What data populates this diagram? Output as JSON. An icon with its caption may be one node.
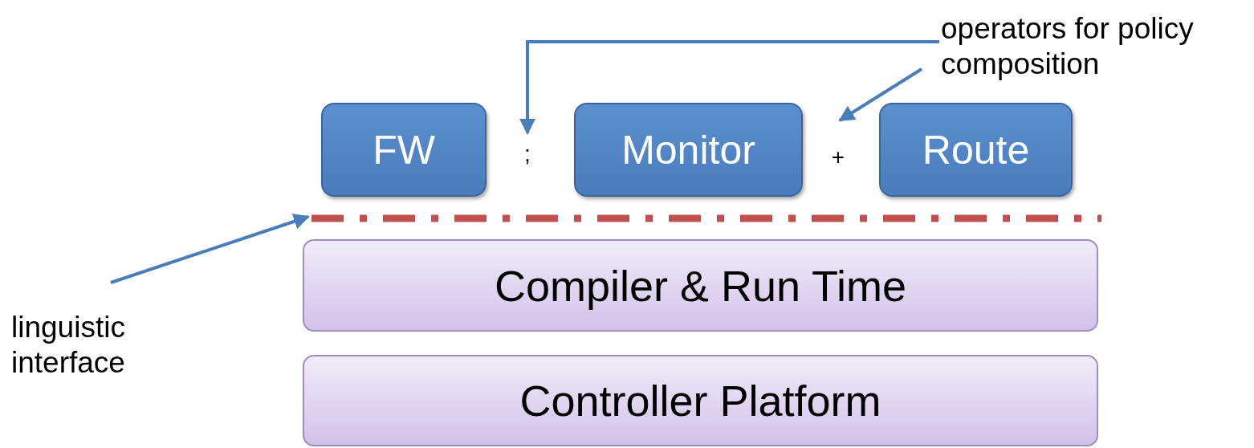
{
  "diagram": {
    "nodes": [
      {
        "text": [
          "FW"
        ]
      },
      {
        "text": [
          ";"
        ]
      },
      {
        "text": [
          "Monitor"
        ]
      },
      {
        "text": [
          "+"
        ]
      },
      {
        "text": [
          "Route"
        ]
      },
      {
        "text": [
          "operators for policy composition"
        ]
      },
      {
        "text": [],
        "shape": "line"
      },
      {
        "text": [
          "Compiler & Run Time"
        ]
      },
      {
        "text": [
          "Controller Platform"
        ]
      },
      {
        "text": [
          "linguistic interface"
        ]
      }
    ],
    "edges": [
      {
        "from": 5,
        "to": 1,
        "arrow": "to"
      },
      {
        "from": 5,
        "to": 3,
        "arrow": "to"
      },
      {
        "from": 9,
        "to": 6,
        "arrow": "to"
      }
    ]
  }
}
